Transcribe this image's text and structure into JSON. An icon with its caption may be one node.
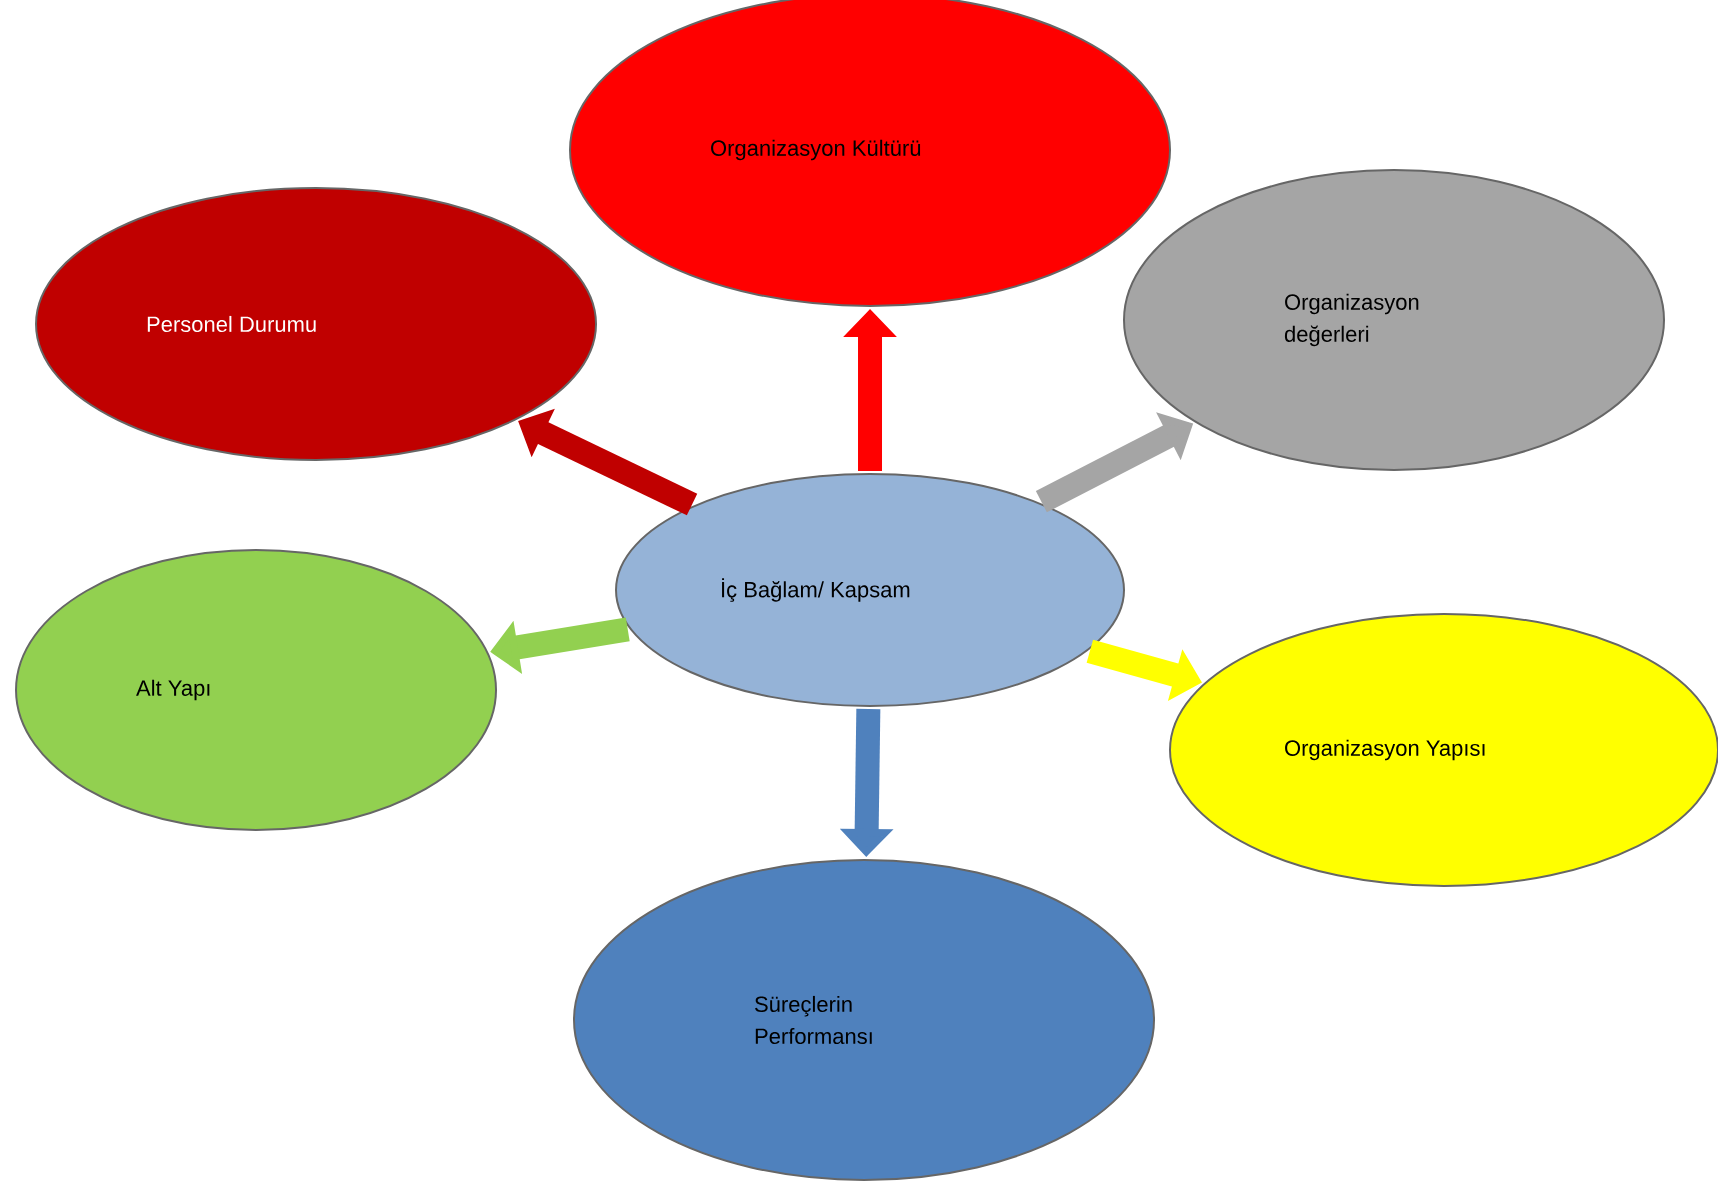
{
  "diagram": {
    "nodes": [
      {
        "text": [
          "İç Bağlam/ Kapsam"
        ]
      },
      {
        "text": [
          "Organizasyon Kültürü"
        ]
      },
      {
        "text": [
          "Personel Durumu"
        ]
      },
      {
        "text": [
          "Organizasyon değerleri"
        ]
      },
      {
        "text": [
          "Alt Yapı"
        ]
      },
      {
        "text": [
          "Organizasyon Yapısı"
        ]
      },
      {
        "text": [
          "Süreçlerin Performansı"
        ]
      }
    ],
    "edges": [
      {
        "from": 0,
        "to": 1,
        "arrow": "to",
        "color": "#ff0000"
      },
      {
        "from": 0,
        "to": 2,
        "arrow": "to",
        "color": "#c00000"
      },
      {
        "from": 0,
        "to": 3,
        "arrow": "to",
        "color": "#a5a5a5"
      },
      {
        "from": 0,
        "to": 4,
        "arrow": "to",
        "color": "#92d050"
      },
      {
        "from": 0,
        "to": 5,
        "arrow": "to",
        "color": "#ffff00"
      },
      {
        "from": 0,
        "to": 6,
        "arrow": "to",
        "color": "#4f81bd"
      }
    ]
  }
}
